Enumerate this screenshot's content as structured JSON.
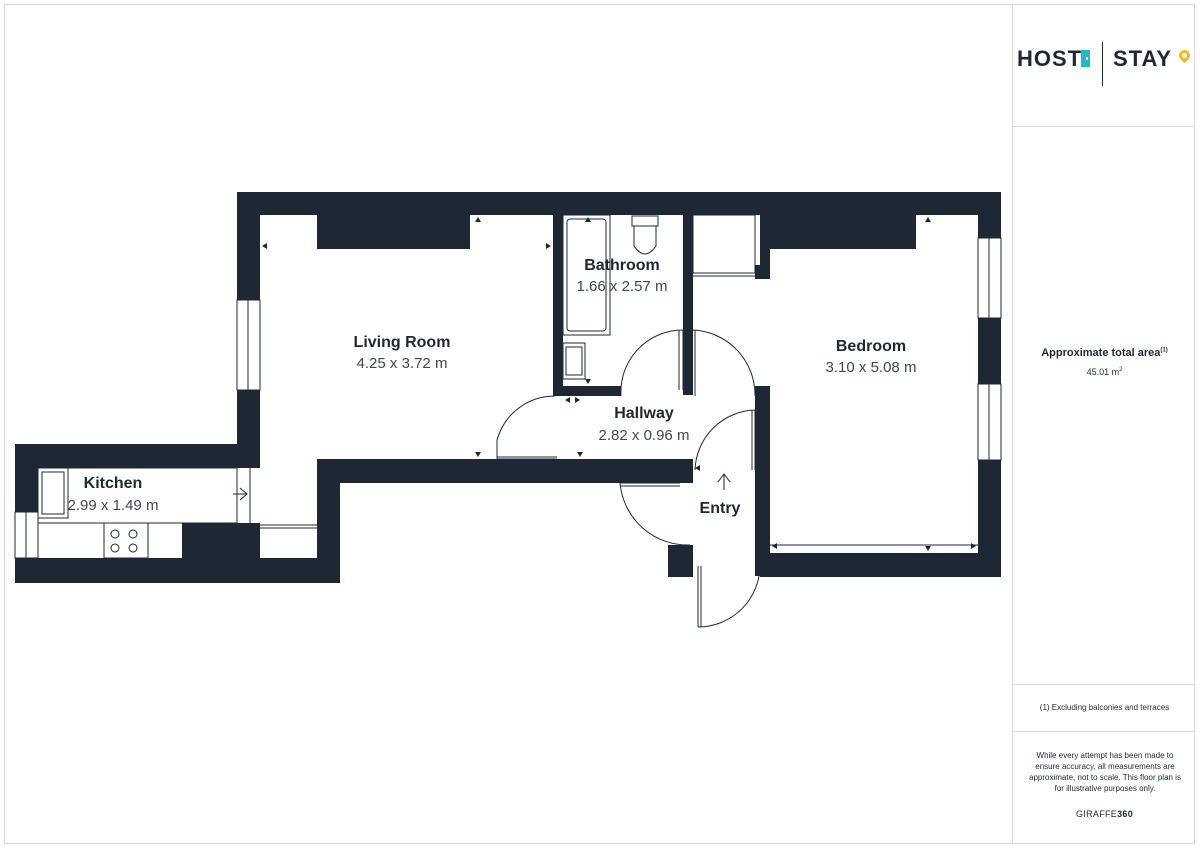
{
  "logo": {
    "left_text": "HOST",
    "right_text": "STAY",
    "colors": {
      "text": "#1e2835",
      "door": "#29b6c6",
      "pin": "#f3b82f"
    }
  },
  "rooms": [
    {
      "key": "living",
      "name": "Living Room",
      "dims": "4.25 x 3.72 m"
    },
    {
      "key": "bathroom",
      "name": "Bathroom",
      "dims": "1.66 x 2.57 m"
    },
    {
      "key": "bedroom",
      "name": "Bedroom",
      "dims": "3.10 x 5.08 m"
    },
    {
      "key": "hallway",
      "name": "Hallway",
      "dims": "2.82 x 0.96 m"
    },
    {
      "key": "kitchen",
      "name": "Kitchen",
      "dims": "2.99 x 1.49 m"
    },
    {
      "key": "entry",
      "name": "Entry",
      "dims": ""
    }
  ],
  "sidebar": {
    "area_title": "Approximate total area",
    "area_note_ref": "(1)",
    "area_value": "45.01 m",
    "area_unit_sup": "2",
    "footnote": "(1) Excluding balconies and terraces",
    "disclaimer": "While every attempt has been made to ensure accuracy, all measurements are approximate, not to scale. This floor plan is for illustrative purposes only.",
    "brand_light": "GIRAFFE",
    "brand_bold": "360"
  },
  "colors": {
    "wall": "#1e2835",
    "border": "#d9d9d9"
  }
}
